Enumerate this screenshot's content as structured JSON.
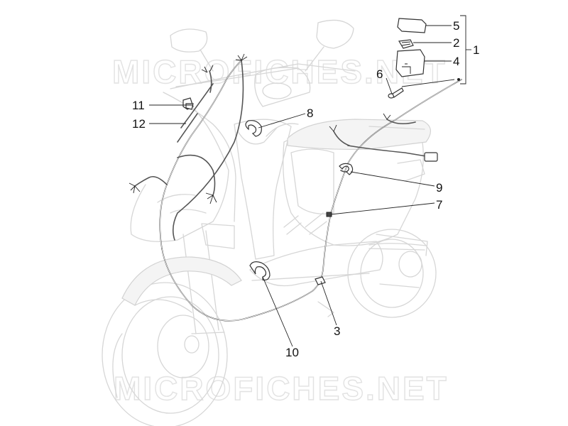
{
  "watermark": {
    "text": "MICROFICHES.NET"
  },
  "callouts": [
    {
      "id": "1",
      "label": "1"
    },
    {
      "id": "2",
      "label": "2"
    },
    {
      "id": "3",
      "label": "3"
    },
    {
      "id": "4",
      "label": "4"
    },
    {
      "id": "5",
      "label": "5"
    },
    {
      "id": "6",
      "label": "6"
    },
    {
      "id": "7",
      "label": "7"
    },
    {
      "id": "8",
      "label": "8"
    },
    {
      "id": "9",
      "label": "9"
    },
    {
      "id": "10",
      "label": "10"
    },
    {
      "id": "11",
      "label": "11"
    },
    {
      "id": "12",
      "label": "12"
    }
  ]
}
